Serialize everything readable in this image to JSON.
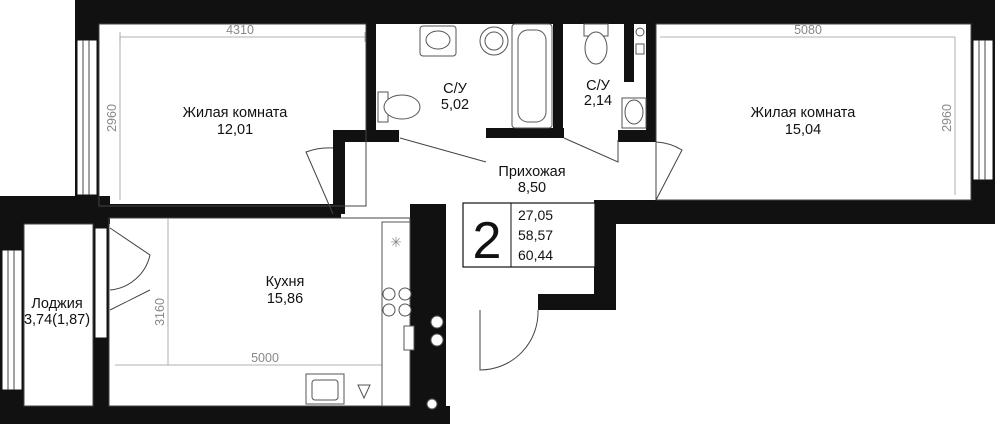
{
  "plan": {
    "rooms_count": "2",
    "areas": {
      "living": "27,05",
      "total": "58,57",
      "total_with_loggia": "60,44"
    },
    "rooms": {
      "living1": {
        "name": "Жилая комната",
        "area": "12,01"
      },
      "bath1": {
        "name": "С/У",
        "area": "5,02"
      },
      "bath2": {
        "name": "С/У",
        "area": "2,14"
      },
      "living2": {
        "name": "Жилая комната",
        "area": "15,04"
      },
      "hall": {
        "name": "Прихожая",
        "area": "8,50"
      },
      "kitchen": {
        "name": "Кухня",
        "area": "15,86"
      },
      "loggia": {
        "name": "Лоджия",
        "area": "3,74(1,87)"
      }
    },
    "dimensions": {
      "living1_width": "4310",
      "living1_depth": "2960",
      "living2_width": "5080",
      "living2_depth": "2960",
      "kitchen_width": "5000",
      "kitchen_depth": "3160"
    }
  }
}
